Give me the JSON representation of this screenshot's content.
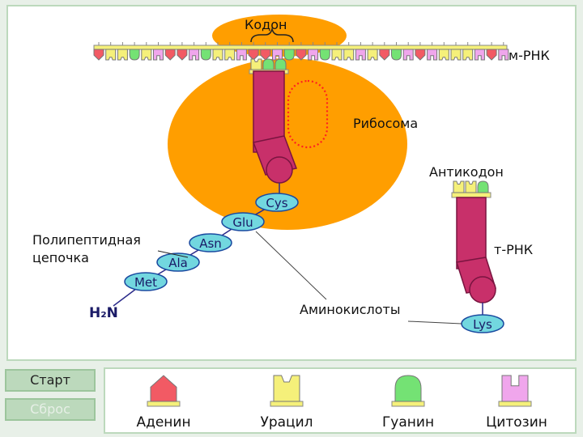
{
  "labels": {
    "codon": "Кодон",
    "mrna": "м-РНК",
    "ribosome": "Рибосома",
    "anticodon": "Антикодон",
    "trna": "т-РНК",
    "polypeptide_line1": "Полипептидная",
    "polypeptide_line2": "цепочка",
    "amino_acids": "Аминокислоты",
    "h2n": "H₂N"
  },
  "chain": [
    "Cys",
    "Glu",
    "Asn",
    "Ala",
    "Met"
  ],
  "trna_amino_acid": "Lys",
  "buttons": {
    "start": "Старт",
    "reset": "Сброс"
  },
  "legend": [
    {
      "name": "Аденин",
      "color": "#f25a64"
    },
    {
      "name": "Урацил",
      "color": "#f5f07a"
    },
    {
      "name": "Гуанин",
      "color": "#74e274"
    },
    {
      "name": "Цитозин",
      "color": "#f0a6ec"
    }
  ],
  "colors": {
    "ribosome": "#ff9e00",
    "trna": "#c8306a",
    "amino_acid_fill": "#72d7df",
    "mrna_backbone": "#f5f07a"
  },
  "mrna_sequence": "AUUGUCAACGUUCAACGACGUUCUAGCACUUUCAC",
  "codon_bases": "UGG",
  "anticodon_bases": "UUG"
}
